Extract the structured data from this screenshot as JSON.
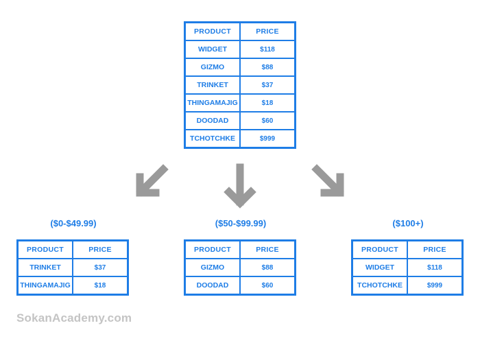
{
  "headers": {
    "product": "PRODUCT",
    "price": "PRICE"
  },
  "main_table": {
    "rows": [
      {
        "product": "WIDGET",
        "price": "$118"
      },
      {
        "product": "GIZMO",
        "price": "$88"
      },
      {
        "product": "TRINKET",
        "price": "$37"
      },
      {
        "product": "THINGAMAJIG",
        "price": "$18"
      },
      {
        "product": "DOODAD",
        "price": "$60"
      },
      {
        "product": "TCHOTCHKE",
        "price": "$999"
      }
    ]
  },
  "groups": [
    {
      "label": "($0-$49.99)",
      "rows": [
        {
          "product": "TRINKET",
          "price": "$37"
        },
        {
          "product": "THINGAMAJIG",
          "price": "$18"
        }
      ]
    },
    {
      "label": "($50-$99.99)",
      "rows": [
        {
          "product": "GIZMO",
          "price": "$88"
        },
        {
          "product": "DOODAD",
          "price": "$60"
        }
      ]
    },
    {
      "label": "($100+)",
      "rows": [
        {
          "product": "WIDGET",
          "price": "$118"
        },
        {
          "product": "TCHOTCHKE",
          "price": "$999"
        }
      ]
    }
  ],
  "colors": {
    "table_blue": "#1e7de6",
    "arrow_gray": "#9a9a9a",
    "watermark_gray": "#c4c4c4"
  },
  "watermark": "SokanAcademy.com"
}
